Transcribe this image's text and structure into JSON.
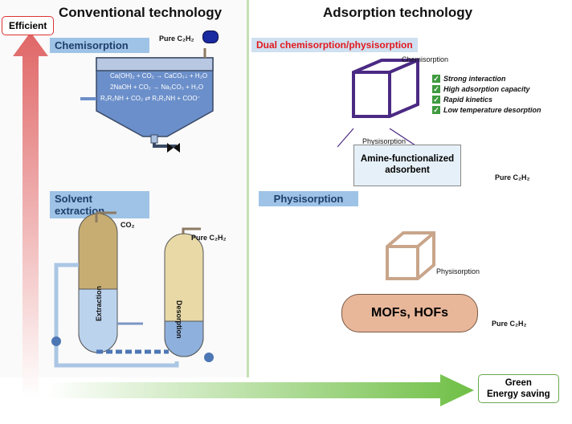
{
  "efficient_label": "Efficient",
  "green_label_line1": "Green",
  "green_label_line2": "Energy saving",
  "left_heading": "Conventional technology",
  "right_heading": "Adsorption technology",
  "chemisorption": {
    "title": "Chemisorption",
    "product": "Pure C₂H₂",
    "reactions": [
      "Ca(OH)₂ + CO₂ → CaCO₃↓ + H₂O",
      "2NaOH + CO₂ → Na₂CO₃ + H₂O",
      "R₁R₂NH + CO₂ ⇄ R₁R₂NH + COO⁻"
    ]
  },
  "solvent_extraction": {
    "title": "Solvent extraction",
    "co2_label": "CO₂",
    "product": "Pure C₂H₂",
    "extraction_label": "Extraction",
    "desorption_label": "Desorption"
  },
  "dual": {
    "title": "Dual chemisorption/physisorption",
    "chemisorption_label": "Chemisorption",
    "physisorption_label": "Physisorption",
    "bed_label_line1": "Amine-functionalized",
    "bed_label_line2": "adsorbent",
    "product": "Pure C₂H₂",
    "benefits": [
      "Strong interaction",
      "High adsorption capacity",
      "Rapid kinetics",
      "Low temperature desorption"
    ]
  },
  "physisorption": {
    "title": "Physisorption",
    "site_label": "Physisorption",
    "bed_label": "MOFs, HOFs",
    "product": "Pure C₂H₂"
  },
  "colors": {
    "section_blue": "#9ec3e6",
    "red_accent": "#e2191e",
    "green_accent": "#6aa84f",
    "purple_frame": "#4b2a84",
    "tan_frame": "#c9a58a"
  }
}
